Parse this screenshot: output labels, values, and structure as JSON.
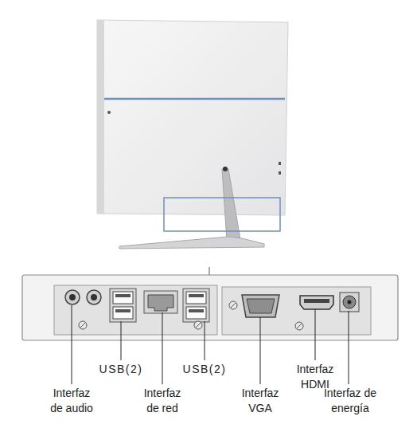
{
  "diagram": {
    "labels": [
      "Interfaz de audio",
      "USB(2)",
      "Interfaz de red",
      "USB(2)",
      "Interfaz VGA",
      "Interfaz HDMI",
      "Interfaz de energía"
    ]
  }
}
